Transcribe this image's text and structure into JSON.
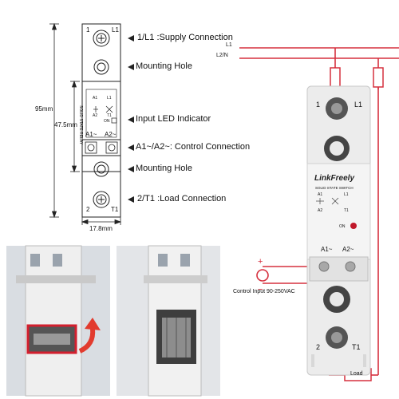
{
  "callouts": {
    "supply": "1/L1 :Supply Connection",
    "mount_top": "Mounting Hole",
    "led": "Input LED Indicator",
    "control": "A1~/A2~: Control Connection",
    "mount_bottom": "Mounting Hole",
    "load": "2/T1 :Load Connection"
  },
  "dimensions": {
    "height": "95mm",
    "half_height": "47.5mm",
    "width": "17.8mm"
  },
  "drawing": {
    "top_left": "1",
    "top_right": "L1",
    "bottom_left": "2",
    "bottom_right": "T1",
    "a1": "A1",
    "a2": "A2",
    "l1": "L1",
    "t1": "T1",
    "on": "ON",
    "side_text": "SOLID STATE RELAY",
    "a1_terminal": "A1~",
    "a2_terminal": "A2~"
  },
  "wiring": {
    "l1": "L1",
    "l2n": "L2/N",
    "plus": "+",
    "minus": "−",
    "control_input": "Control Input 90-250VAC",
    "load": "Load"
  },
  "device": {
    "brand": "LinkFreely",
    "product": "SOLID STATE SWITCH",
    "top_left": "1",
    "top_right": "L1",
    "bottom_left": "2",
    "bottom_right": "T1",
    "a1": "A1",
    "a2": "A2",
    "l1": "L1",
    "t1": "T1",
    "on": "ON",
    "a1_terminal": "A1~",
    "a2_terminal": "A2~"
  }
}
